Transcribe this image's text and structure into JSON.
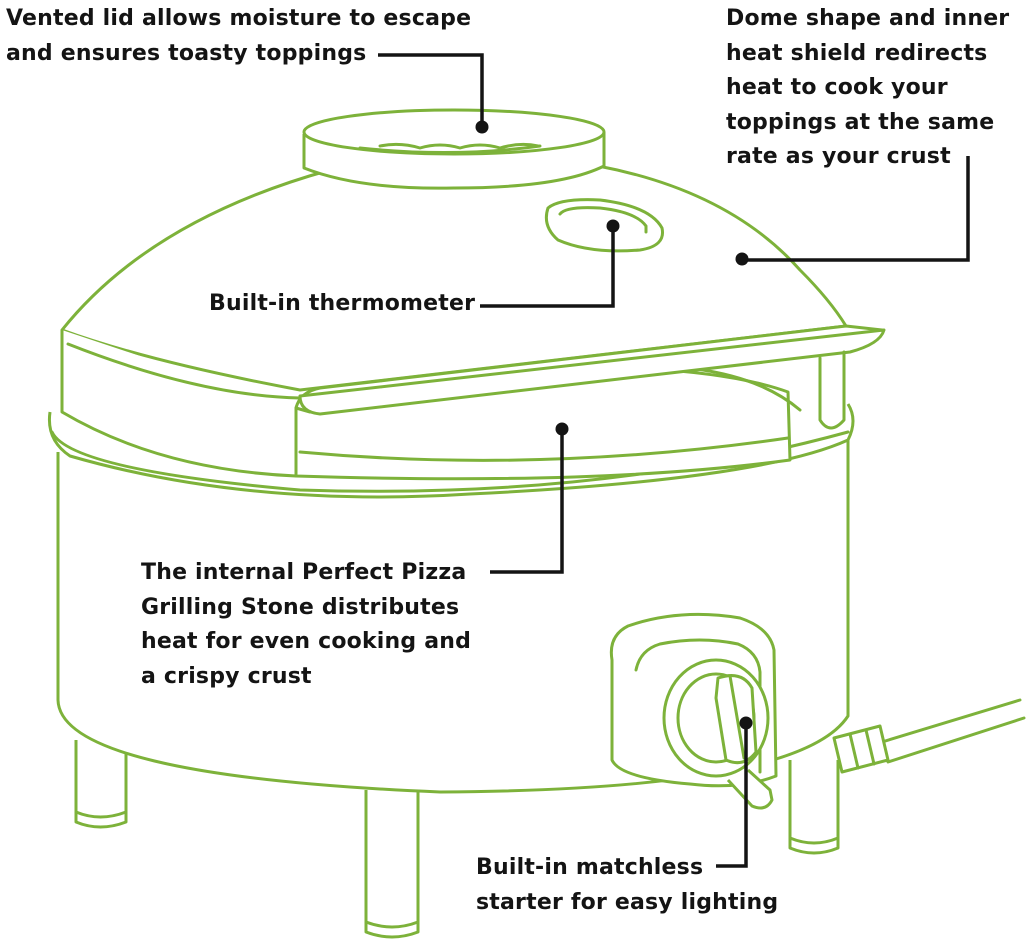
{
  "callouts": {
    "vented_lid": {
      "line1": "Vented lid allows moisture to escape",
      "line2": "and ensures toasty toppings"
    },
    "dome_shape": {
      "line1": "Dome shape and inner",
      "line2": "heat shield redirects",
      "line3": "heat to cook your",
      "line4": "toppings at the same",
      "line5": "rate as your crust"
    },
    "thermometer": {
      "line1": "Built-in thermometer"
    },
    "grilling_stone": {
      "line1": "The internal Perfect Pizza",
      "line2": "Grilling Stone distributes",
      "line3": "heat for even cooking and",
      "line4": "a crispy crust"
    },
    "matchless_starter": {
      "line1": "Built-in matchless",
      "line2": "starter for easy lighting"
    }
  },
  "colors": {
    "outline": "#7db23a",
    "text": "#141414",
    "background": "#ffffff"
  }
}
